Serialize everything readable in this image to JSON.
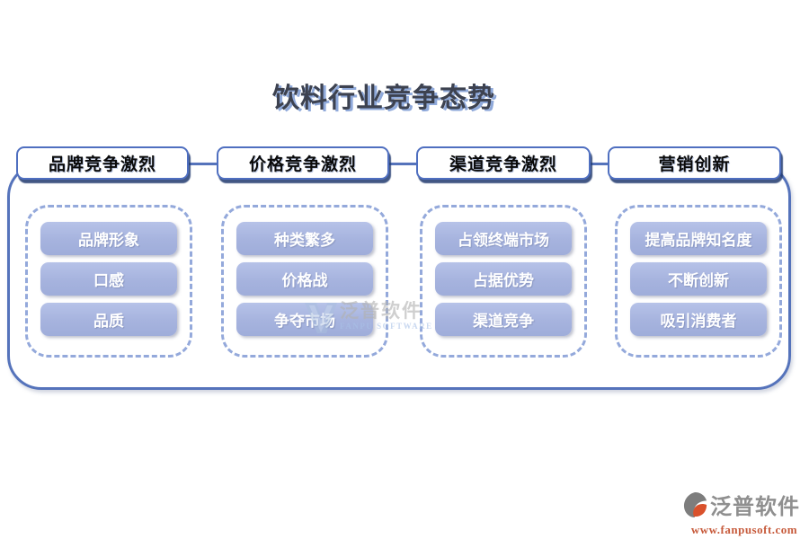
{
  "title": "饮料行业竞争态势",
  "columns": [
    {
      "header": "品牌竞争激烈",
      "items": [
        "品牌形象",
        "口感",
        "品质"
      ]
    },
    {
      "header": "价格竞争激烈",
      "items": [
        "种类繁多",
        "价格战",
        "争夺市场"
      ]
    },
    {
      "header": "渠道竞争激烈",
      "items": [
        "占领终端市场",
        "占据优势",
        "渠道竞争"
      ]
    },
    {
      "header": "营销创新",
      "items": [
        "提高品牌知名度",
        "不断创新",
        "吸引消费者"
      ]
    }
  ],
  "watermark": {
    "name": "泛普软件",
    "subtitle": "FANPU SOFTWARE"
  },
  "footer": {
    "name": "泛普软件",
    "url": "www.fanpusoft.com"
  },
  "colors": {
    "title_text": "#3d4250",
    "title_shadow": "#8fa9da",
    "frame_border": "#5573bb",
    "header_border": "#4f6fc0",
    "header_shadow": "#213a6e",
    "dashed_border": "#94a9db",
    "item_fill": "#a8b5e0",
    "item_text": "#ffffff",
    "footer_url_text": "#c75b3c",
    "footer_name_text": "#8f8f8f"
  }
}
